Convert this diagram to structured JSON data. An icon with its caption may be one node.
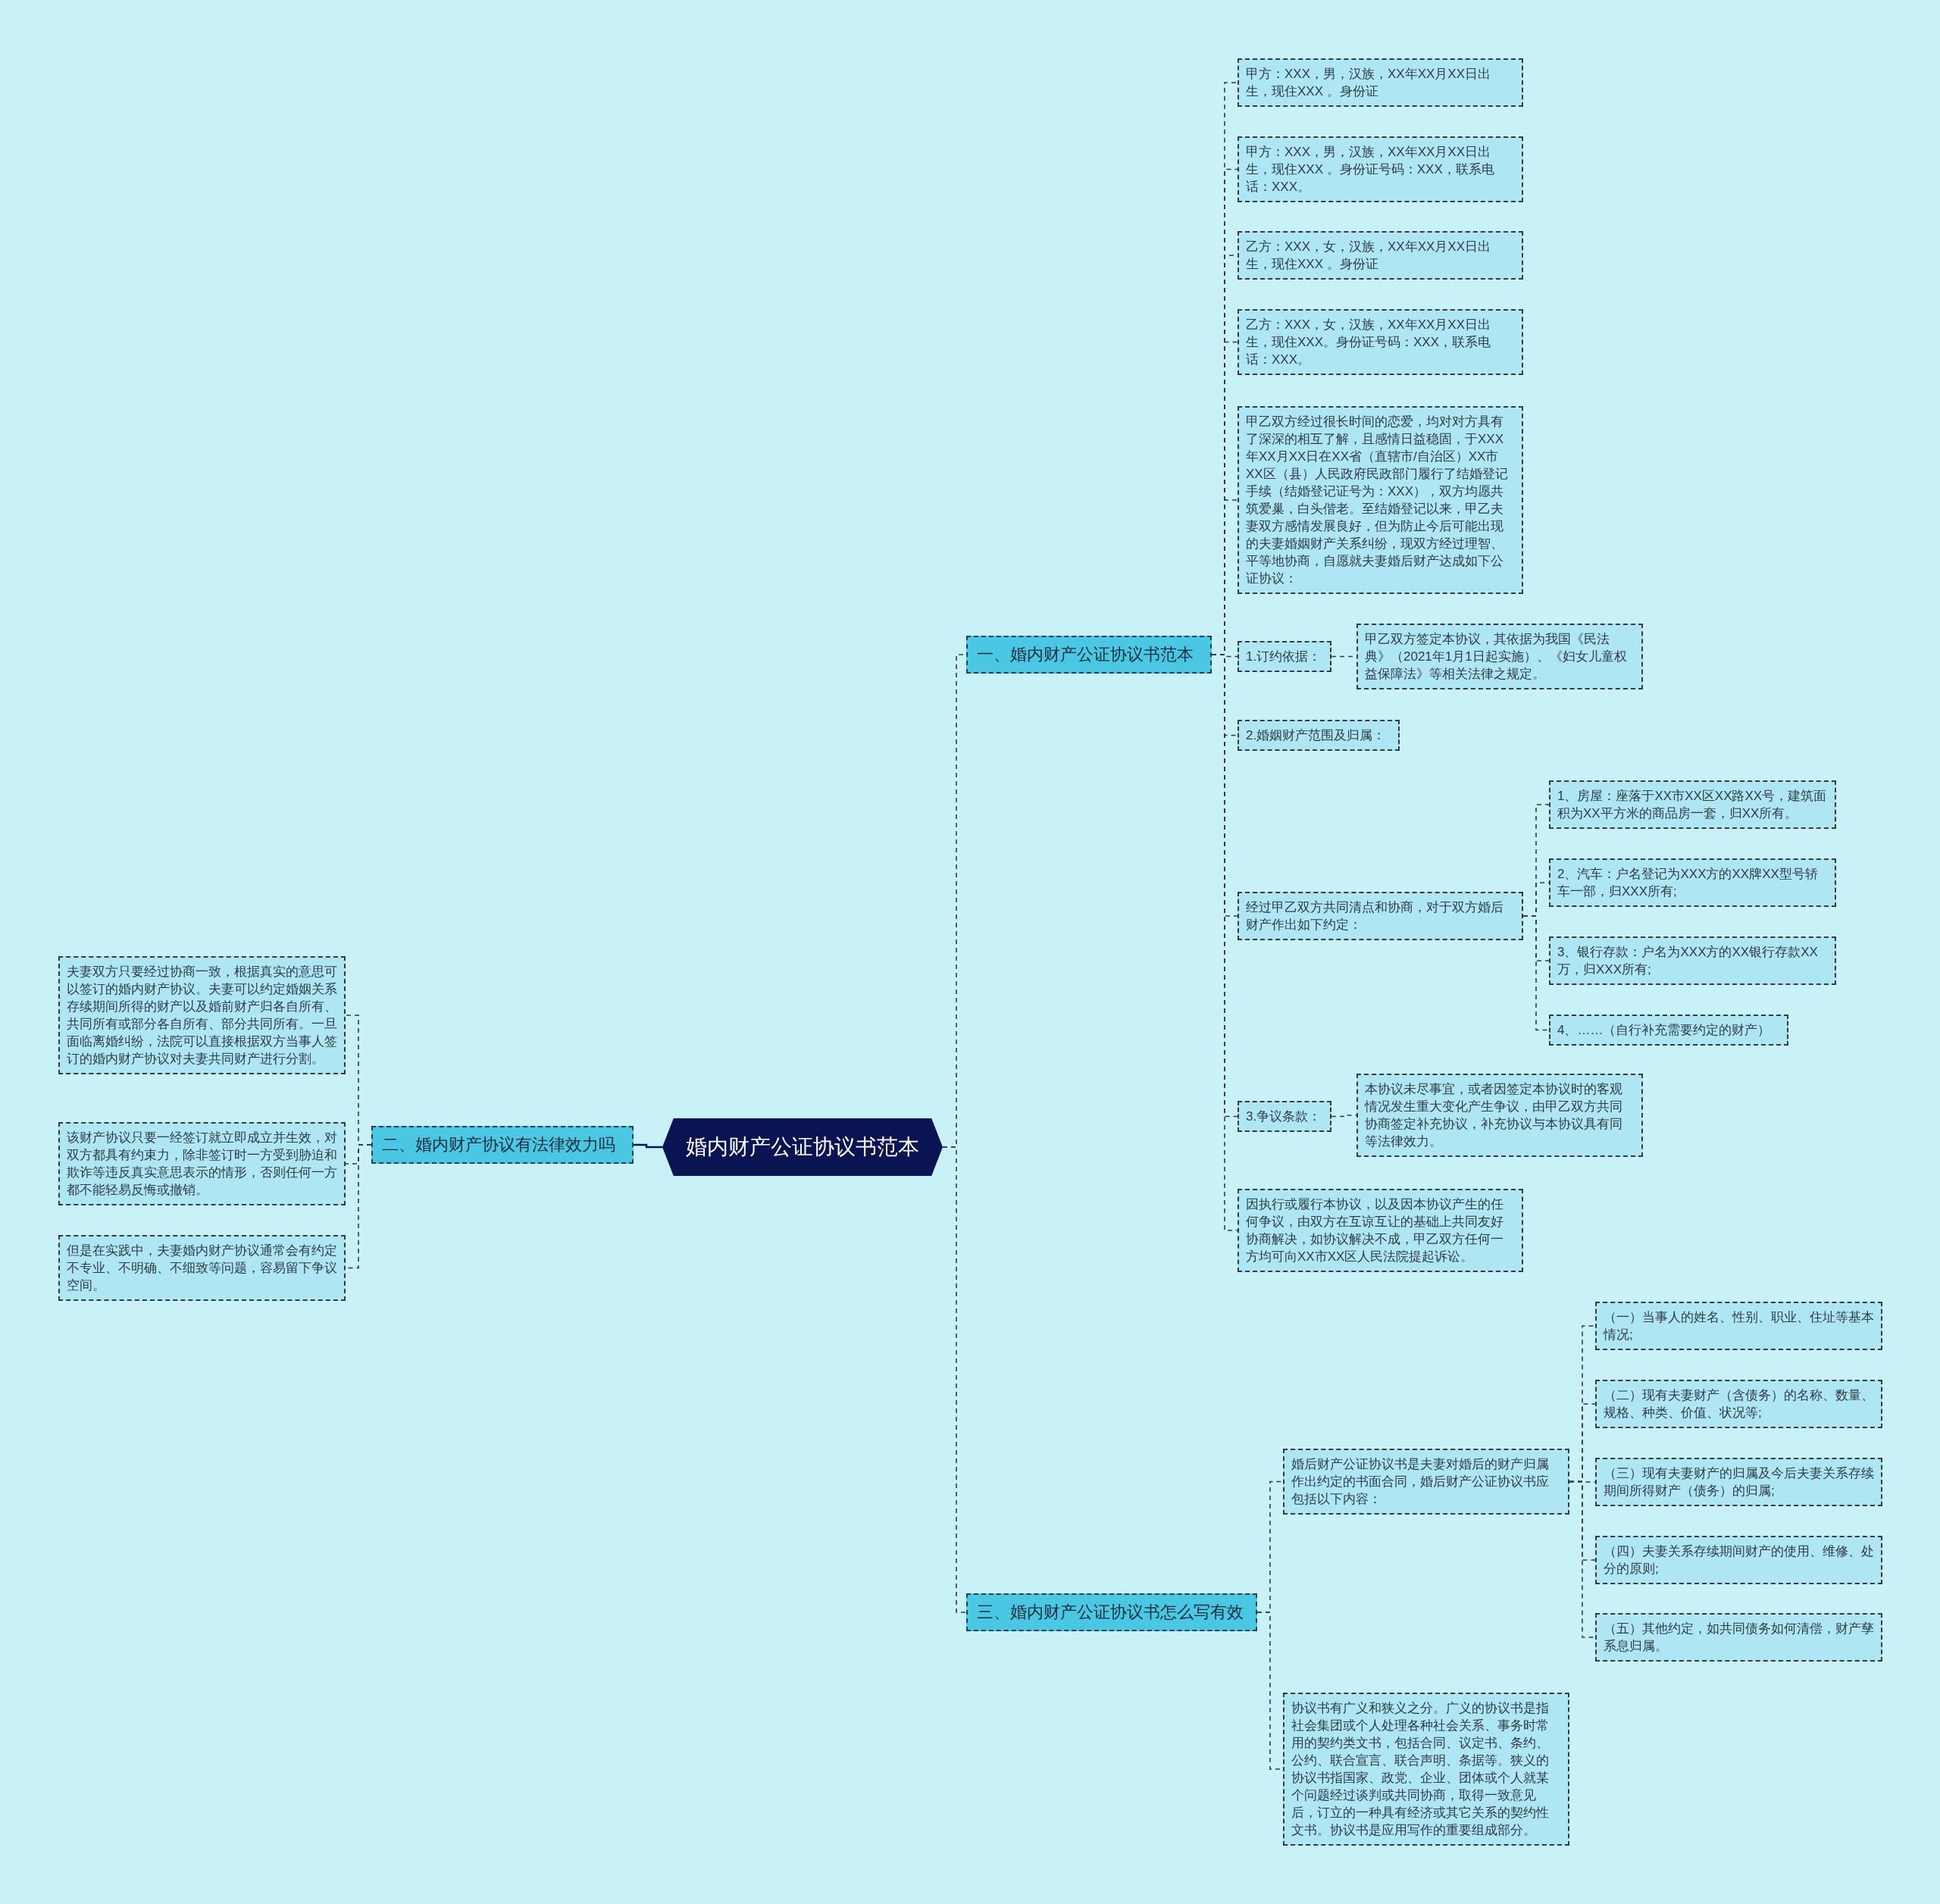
{
  "diagram": {
    "nodes": [
      {
        "text": [
          "婚内财产公证协议书范本"
        ]
      },
      {
        "text": [
          "一、婚内财产公证协议书范本"
        ]
      },
      {
        "text": [
          "甲方：XXX，男，汉族，XX年XX月XX日出生，现住XXX 。身份证"
        ]
      },
      {
        "text": [
          "甲方：XXX，男，汉族，XX年XX月XX日出生，现住XXX 。身份证号码：XXX，联系电话：XXX。"
        ]
      },
      {
        "text": [
          "乙方：XXX，女，汉族，XX年XX月XX日出生，现住XXX 。身份证"
        ]
      },
      {
        "text": [
          "乙方：XXX，女，汉族，XX年XX月XX日出生，现住XXX。身份证号码：XXX，联系电话：XXX。"
        ]
      },
      {
        "text": [
          "甲乙双方经过很长时间的恋爱，均对对方具有了深深的相互了解，且感情日益稳固，于XXX年XX月XX日在XX省（直辖市/自治区）XX市XX区（县）人民政府民政部门履行了结婚登记手续（结婚登记证号为：XXX），双方均愿共筑爱巢，白头偕老。至结婚登记以来，甲乙夫妻双方感情发展良好，但为防止今后可能出现的夫妻婚姻财产关系纠纷，现双方经过理智、平等地协商，自愿就夫妻婚后财产达成如下公证协议："
        ]
      },
      {
        "text": [
          "1.订约依据："
        ]
      },
      {
        "text": [
          "甲乙双方签定本协议，其依据为我国《民法典》（2021年1月1日起实施）、《妇女儿童权益保障法》等相关法律之规定。"
        ]
      },
      {
        "text": [
          "2.婚姻财产范围及归属："
        ]
      },
      {
        "text": [
          "经过甲乙双方共同清点和协商，对于双方婚后财产作出如下约定："
        ]
      },
      {
        "text": [
          "1、房屋：座落于XX市XX区XX路XX号，建筑面积为XX平方米的商品房一套，归XX所有。"
        ]
      },
      {
        "text": [
          "2、汽车：户名登记为XXX方的XX牌XX型号轿车一部，归XXX所有;"
        ]
      },
      {
        "text": [
          "3、银行存款：户名为XXX方的XX银行存款XX万，归XXX所有;"
        ]
      },
      {
        "text": [
          "4、……（自行补充需要约定的财产）"
        ]
      },
      {
        "text": [
          "3.争议条款："
        ]
      },
      {
        "text": [
          "本协议未尽事宜，或者因签定本协议时的客观情况发生重大变化产生争议，由甲乙双方共同协商签定补充协议，补充协议与本协议具有同等法律效力。"
        ]
      },
      {
        "text": [
          "因执行或履行本协议，以及因本协议产生的任何争议，由双方在互谅互让的基础上共同友好协商解决，如协议解决不成，甲乙双方任何一方均可向XX市XX区人民法院提起诉讼。"
        ]
      },
      {
        "text": [
          "二、婚内财产协议有法律效力吗"
        ]
      },
      {
        "text": [
          "夫妻双方只要经过协商一致，根据真实的意思可以签订的婚内财产协议。夫妻可以约定婚姻关系存续期间所得的财产以及婚前财产归各自所有、共同所有或部分各自所有、部分共同所有。一旦面临离婚纠纷，法院可以直接根据双方当事人签订的婚内财产协议对夫妻共同财产进行分割。"
        ]
      },
      {
        "text": [
          "该财产协议只要一经签订就立即成立并生效，对双方都具有约束力，除非签订时一方受到胁迫和欺诈等违反真实意思表示的情形，否则任何一方都不能轻易反悔或撤销。"
        ]
      },
      {
        "text": [
          "但是在实践中，夫妻婚内财产协议通常会有约定不专业、不明确、不细致等问题，容易留下争议空间。"
        ]
      },
      {
        "text": [
          "三、婚内财产公证协议书怎么写有效"
        ]
      },
      {
        "text": [
          "婚后财产公证协议书是夫妻对婚后的财产归属作出约定的书面合同，婚后财产公证协议书应包括以下内容："
        ]
      },
      {
        "text": [
          "（一）当事人的姓名、性别、职业、住址等基本情况;"
        ]
      },
      {
        "text": [
          "（二）现有夫妻财产（含债务）的名称、数量、规格、种类、价值、状况等;"
        ]
      },
      {
        "text": [
          "（三）现有夫妻财产的归属及今后夫妻关系存续期间所得财产（债务）的归属;"
        ]
      },
      {
        "text": [
          "（四）夫妻关系存续期间财产的使用、维修、处分的原则;"
        ]
      },
      {
        "text": [
          "（五）其他约定，如共同债务如何清偿，财产孳系息归属。"
        ]
      },
      {
        "text": [
          "协议书有广义和狭义之分。广义的协议书是指社会集团或个人处理各种社会关系、事务时常用的契约类文书，包括合同、议定书、条约、公约、联合宣言、联合声明、条据等。狭义的协议书指国家、政党、企业、团体或个人就某个问题经过谈判或共同协商，取得一致意见后，订立的一种具有经济或其它关系的契约性文书。协议书是应用写作的重要组成部分。"
        ]
      }
    ],
    "edges": [
      {
        "from": 0,
        "to": 1,
        "arrow": "none",
        "style": "dashed"
      },
      {
        "from": 0,
        "to": 18,
        "arrow": "none",
        "color": "#0b1452"
      },
      {
        "from": 0,
        "to": 22,
        "arrow": "none",
        "style": "dashed"
      },
      {
        "from": 1,
        "to": 2,
        "arrow": "none",
        "style": "dashed"
      },
      {
        "from": 1,
        "to": 3,
        "arrow": "none",
        "style": "dashed"
      },
      {
        "from": 1,
        "to": 4,
        "arrow": "none",
        "style": "dashed"
      },
      {
        "from": 1,
        "to": 5,
        "arrow": "none",
        "style": "dashed"
      },
      {
        "from": 1,
        "to": 6,
        "arrow": "none",
        "style": "dashed"
      },
      {
        "from": 1,
        "to": 7,
        "arrow": "none",
        "style": "dashed"
      },
      {
        "from": 7,
        "to": 8,
        "arrow": "none",
        "style": "dashed"
      },
      {
        "from": 1,
        "to": 9,
        "arrow": "none",
        "style": "dashed"
      },
      {
        "from": 1,
        "to": 10,
        "arrow": "none",
        "style": "dashed"
      },
      {
        "from": 10,
        "to": 11,
        "arrow": "none",
        "style": "dashed"
      },
      {
        "from": 10,
        "to": 12,
        "arrow": "none",
        "style": "dashed"
      },
      {
        "from": 10,
        "to": 13,
        "arrow": "none",
        "style": "dashed"
      },
      {
        "from": 10,
        "to": 14,
        "arrow": "none",
        "style": "dashed"
      },
      {
        "from": 1,
        "to": 15,
        "arrow": "none",
        "style": "dashed"
      },
      {
        "from": 15,
        "to": 16,
        "arrow": "none",
        "style": "dashed"
      },
      {
        "from": 1,
        "to": 17,
        "arrow": "none",
        "style": "dashed"
      },
      {
        "from": 18,
        "to": 19,
        "arrow": "none",
        "style": "dashed"
      },
      {
        "from": 18,
        "to": 20,
        "arrow": "none",
        "style": "dashed"
      },
      {
        "from": 18,
        "to": 21,
        "arrow": "none",
        "style": "dashed"
      },
      {
        "from": 22,
        "to": 23,
        "arrow": "none",
        "style": "dashed"
      },
      {
        "from": 23,
        "to": 24,
        "arrow": "none",
        "style": "dashed"
      },
      {
        "from": 23,
        "to": 25,
        "arrow": "none",
        "style": "dashed"
      },
      {
        "from": 23,
        "to": 26,
        "arrow": "none",
        "style": "dashed"
      },
      {
        "from": 23,
        "to": 27,
        "arrow": "none",
        "style": "dashed"
      },
      {
        "from": 23,
        "to": 28,
        "arrow": "none",
        "style": "dashed"
      },
      {
        "from": 22,
        "to": 29,
        "arrow": "none",
        "style": "dashed"
      }
    ]
  }
}
